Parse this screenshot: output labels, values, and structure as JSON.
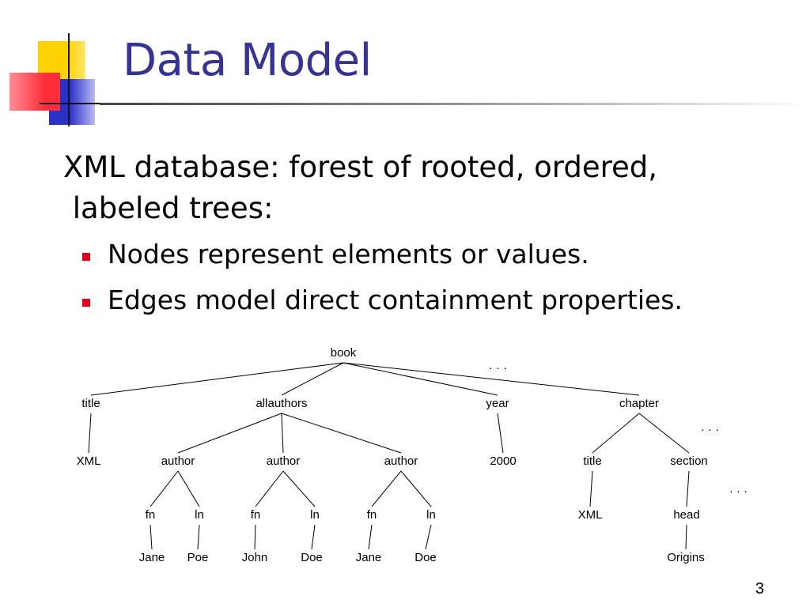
{
  "slide": {
    "title": "Data Model",
    "body_line_1": "XML database: forest of rooted, ordered,",
    "body_line_2": " labeled trees:",
    "bullets": [
      "Nodes represent elements or values.",
      "Edges model direct containment properties."
    ],
    "page_number": "3",
    "colors": {
      "title": "#333399",
      "bullet": "#e0001b"
    }
  },
  "tree": {
    "nodes": [
      {
        "id": "book",
        "label": "book"
      },
      {
        "id": "title1",
        "label": "title"
      },
      {
        "id": "allauthors",
        "label": "allauthors"
      },
      {
        "id": "year",
        "label": "year"
      },
      {
        "id": "chapter",
        "label": "chapter"
      },
      {
        "id": "xml1",
        "label": "XML"
      },
      {
        "id": "author1",
        "label": "author"
      },
      {
        "id": "author2",
        "label": "author"
      },
      {
        "id": "author3",
        "label": "author"
      },
      {
        "id": "y2000",
        "label": "2000"
      },
      {
        "id": "title2",
        "label": "title"
      },
      {
        "id": "section",
        "label": "section"
      },
      {
        "id": "fn1",
        "label": "fn"
      },
      {
        "id": "ln1",
        "label": "ln"
      },
      {
        "id": "fn2",
        "label": "fn"
      },
      {
        "id": "ln2",
        "label": "ln"
      },
      {
        "id": "fn3",
        "label": "fn"
      },
      {
        "id": "ln3",
        "label": "ln"
      },
      {
        "id": "xml2",
        "label": "XML"
      },
      {
        "id": "head",
        "label": "head"
      },
      {
        "id": "jane1",
        "label": "Jane"
      },
      {
        "id": "poe",
        "label": "Poe"
      },
      {
        "id": "john",
        "label": "John"
      },
      {
        "id": "doe1",
        "label": "Doe"
      },
      {
        "id": "jane2",
        "label": "Jane"
      },
      {
        "id": "doe2",
        "label": "Doe"
      },
      {
        "id": "origins",
        "label": "Origins"
      }
    ],
    "edges": [
      [
        "book",
        "title1"
      ],
      [
        "book",
        "allauthors"
      ],
      [
        "book",
        "year"
      ],
      [
        "book",
        "chapter"
      ],
      [
        "title1",
        "xml1"
      ],
      [
        "allauthors",
        "author1"
      ],
      [
        "allauthors",
        "author2"
      ],
      [
        "allauthors",
        "author3"
      ],
      [
        "year",
        "y2000"
      ],
      [
        "chapter",
        "title2"
      ],
      [
        "chapter",
        "section"
      ],
      [
        "author1",
        "fn1"
      ],
      [
        "author1",
        "ln1"
      ],
      [
        "author2",
        "fn2"
      ],
      [
        "author2",
        "ln2"
      ],
      [
        "author3",
        "fn3"
      ],
      [
        "author3",
        "ln3"
      ],
      [
        "title2",
        "xml2"
      ],
      [
        "section",
        "head"
      ],
      [
        "fn1",
        "jane1"
      ],
      [
        "ln1",
        "poe"
      ],
      [
        "fn2",
        "john"
      ],
      [
        "ln2",
        "doe1"
      ],
      [
        "fn3",
        "jane2"
      ],
      [
        "ln3",
        "doe2"
      ],
      [
        "head",
        "origins"
      ]
    ],
    "ellipses": [
      "...",
      "...",
      "..."
    ]
  }
}
